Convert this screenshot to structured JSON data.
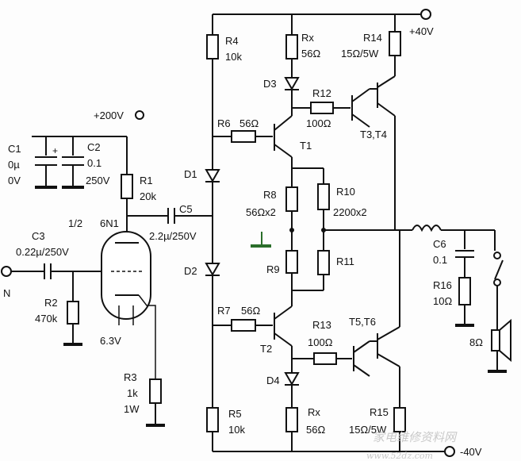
{
  "supplies": {
    "v_plus_200": "+200V",
    "v_plus_40": "+40V",
    "v_minus_40": "-40V",
    "heater": "6.3V"
  },
  "tube": {
    "half": "1/2",
    "type": "6N1"
  },
  "input": {
    "label": "N"
  },
  "speaker": {
    "label": "8Ω"
  },
  "resistors": {
    "R1": {
      "name": "R1",
      "value": "20k"
    },
    "R2": {
      "name": "R2",
      "value": "470k"
    },
    "R3": {
      "name": "R3",
      "value": "1k",
      "power": "1W"
    },
    "R4": {
      "name": "R4",
      "value": "10k"
    },
    "R5": {
      "name": "R5",
      "value": "10k"
    },
    "R6": {
      "name": "R6",
      "value": "56Ω"
    },
    "R7": {
      "name": "R7",
      "value": "56Ω"
    },
    "R8": {
      "name": "R8",
      "value": "56Ωx2"
    },
    "R9": {
      "name": "R9"
    },
    "R10": {
      "name": "R10",
      "value": "2200x2"
    },
    "R11": {
      "name": "R11"
    },
    "R12": {
      "name": "R12",
      "value": "100Ω"
    },
    "R13": {
      "name": "R13",
      "value": "100Ω"
    },
    "R14": {
      "name": "R14",
      "value": "15Ω/5W"
    },
    "R15": {
      "name": "R15",
      "value": "15Ω/5W"
    },
    "R16": {
      "name": "R16",
      "value": "10Ω"
    },
    "Rx_top": {
      "name": "Rx",
      "value": "56Ω"
    },
    "Rx_bot": {
      "name": "Rx",
      "value": "56Ω"
    }
  },
  "capacitors": {
    "C1": {
      "name": "C1",
      "value": "0µ",
      "voltage": "0V"
    },
    "C2": {
      "name": "C2",
      "value": "0.1",
      "voltage": "250V"
    },
    "C3": {
      "name": "C3",
      "value": "0.22µ/250V"
    },
    "C5": {
      "name": "C5",
      "value": "2.2µ/250V"
    },
    "C6": {
      "name": "C6",
      "value": "0.1"
    }
  },
  "diodes": {
    "D1": "D1",
    "D2": "D2",
    "D3": "D3",
    "D4": "D4"
  },
  "transistors": {
    "T1": "T1",
    "T2": "T2",
    "T3T4": "T3,T4",
    "T5T6": "T5,T6"
  },
  "watermark": "家电维修资料网",
  "watermark_url": "www.52dz.com"
}
